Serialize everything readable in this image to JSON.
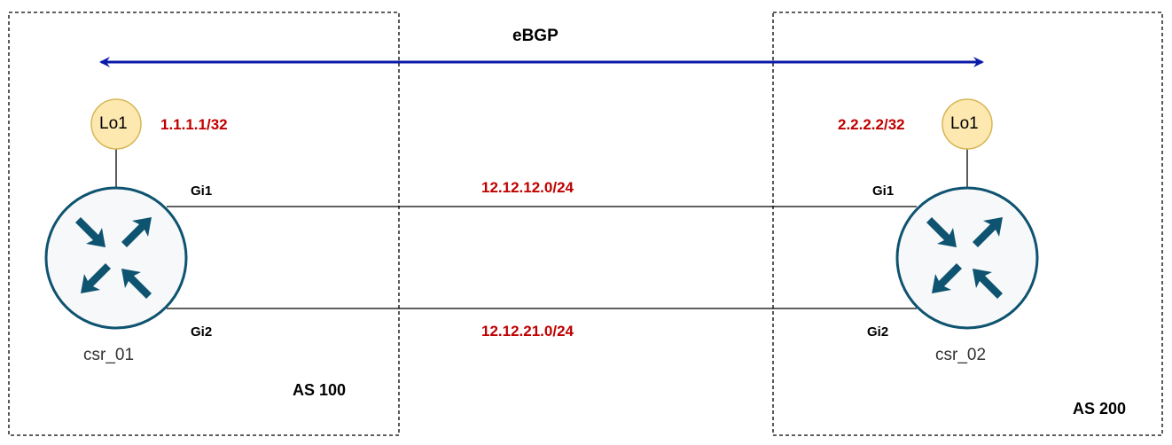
{
  "colors": {
    "arrow": "#0a1aa8",
    "subnet_text": "#c00000",
    "router_icon": "#0e5370",
    "loopback_fill": "#fde8b0",
    "loopback_stroke": "#d6b656"
  },
  "session": {
    "label": "eBGP"
  },
  "as_left": {
    "label": "AS 100"
  },
  "as_right": {
    "label": "AS 200"
  },
  "router_left": {
    "hostname": "csr_01",
    "icon": "router-icon",
    "loopback": {
      "label": "Lo1",
      "address": "1.1.1.1/32"
    },
    "iface_top": "Gi1",
    "iface_bottom": "Gi2"
  },
  "router_right": {
    "hostname": "csr_02",
    "icon": "router-icon",
    "loopback": {
      "label": "Lo1",
      "address": "2.2.2.2/32"
    },
    "iface_top": "Gi1",
    "iface_bottom": "Gi2"
  },
  "links": [
    {
      "subnet": "12.12.12.0/24"
    },
    {
      "subnet": "12.12.21.0/24"
    }
  ]
}
